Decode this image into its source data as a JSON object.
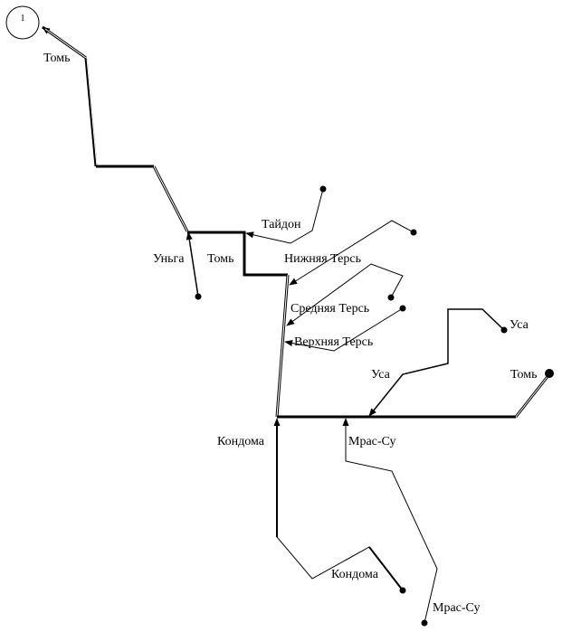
{
  "start_node": {
    "label": "1"
  },
  "labels": {
    "tom_top": "Томь",
    "taidon": "Тайдон",
    "unga": "Уньга",
    "tom_mid": "Томь",
    "nizhnyaya_ters": "Нижняя Терсь",
    "srednyaya_ters": "Средняя Терсь",
    "verkhnyaya_ters": "Верхняя Терсь",
    "usa_right": "Уса",
    "usa_left": "Уса",
    "tom_right": "Томь",
    "kondoma_upper": "Кондома",
    "mras_su_upper": "Мрас-Су",
    "kondoma_lower": "Кондома",
    "mras_su_lower": "Мрас-Су"
  },
  "colors": {
    "line": "#000000",
    "background": "#ffffff"
  }
}
